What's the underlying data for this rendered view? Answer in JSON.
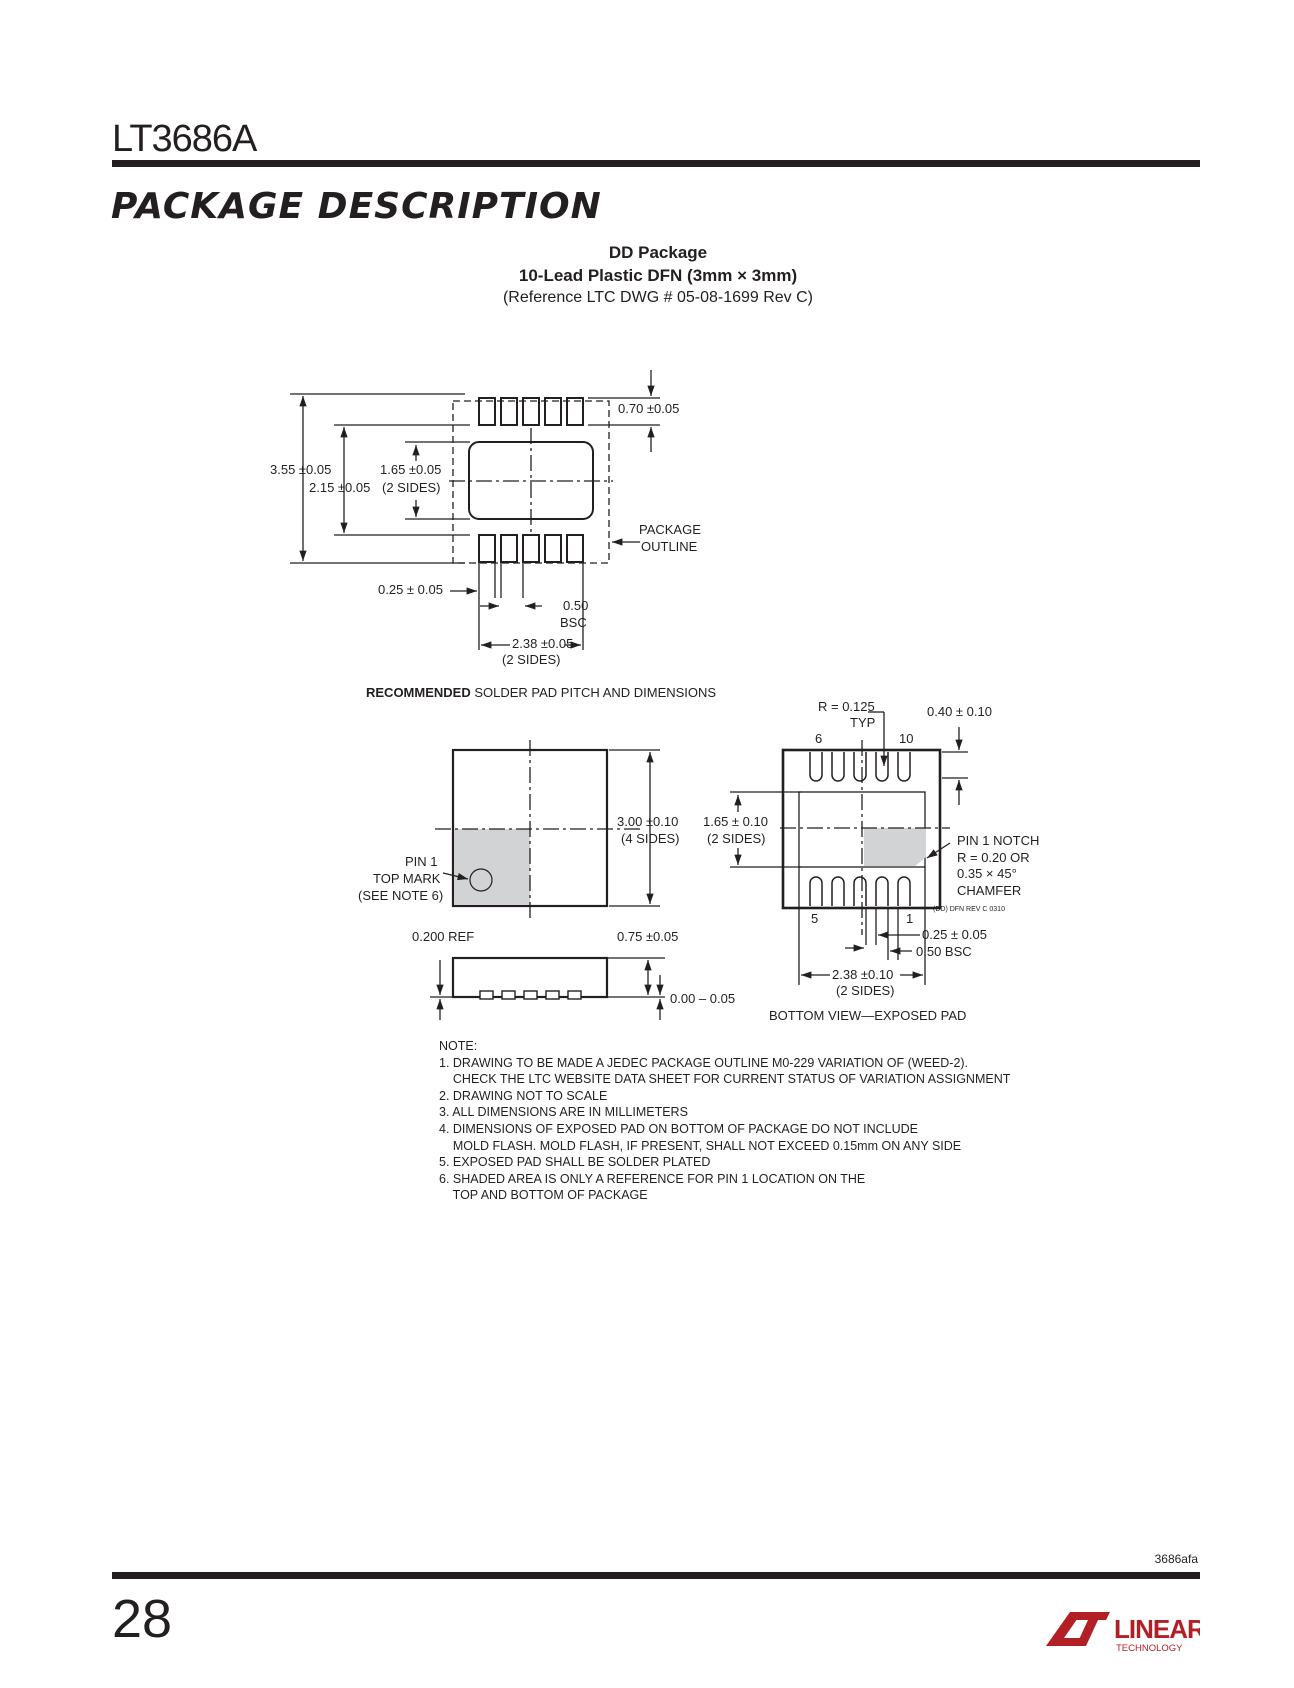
{
  "header": {
    "part_number": "LT3686A",
    "section_title": "PACKAGE DESCRIPTION"
  },
  "package": {
    "name": "DD Package",
    "subtitle": "10-Lead Plastic DFN (3mm × 3mm)",
    "reference": "(Reference LTC DWG # 05-08-1699 Rev C)"
  },
  "solder_pad": {
    "dim_070": "0.70 ±0.05",
    "dim_355": "3.55 ±0.05",
    "dim_215": "2.15 ±0.05",
    "dim_165": "1.65 ±0.05",
    "dim_165_sides": "(2 SIDES)",
    "package_outline_1": "PACKAGE",
    "package_outline_2": "OUTLINE",
    "dim_025": "0.25 ± 0.05",
    "dim_050": "0.50",
    "dim_bsc": "BSC",
    "dim_238": "2.38 ±0.05",
    "dim_238_sides": "(2 SIDES)",
    "caption_bold": "RECOMMENDED",
    "caption_rest": " SOLDER PAD PITCH AND DIMENSIONS"
  },
  "top_view": {
    "pin1_1": "PIN 1",
    "pin1_2": "TOP MARK",
    "pin1_3": "(SEE NOTE 6)",
    "dim_300": "3.00 ±0.10",
    "dim_300_sides": "(4 SIDES)"
  },
  "side_view": {
    "dim_0200": "0.200 REF",
    "dim_075": "0.75 ±0.05",
    "dim_000": "0.00 – 0.05"
  },
  "bottom_view": {
    "r0125": "R = 0.125",
    "typ": "TYP",
    "dim_040": "0.40 ± 0.10",
    "pin6": "6",
    "pin10": "10",
    "pin5": "5",
    "pin1": "1",
    "dim_165": "1.65 ± 0.10",
    "dim_165_sides": "(2 SIDES)",
    "notch_1": "PIN 1 NOTCH",
    "notch_2": "R = 0.20 OR",
    "notch_3": "0.35 × 45°",
    "notch_4": "CHAMFER",
    "dwg_code": "(DD) DFN REV C 0310",
    "dim_025": "0.25 ± 0.05",
    "dim_050": "0.50 BSC",
    "dim_238": "2.38 ±0.10",
    "dim_238_sides": "(2 SIDES)",
    "caption": "BOTTOM VIEW—EXPOSED PAD"
  },
  "notes": {
    "heading": "NOTE:",
    "lines": [
      "1. DRAWING TO BE MADE A JEDEC PACKAGE OUTLINE M0-229 VARIATION OF (WEED-2).",
      "    CHECK THE LTC WEBSITE DATA SHEET FOR CURRENT STATUS OF VARIATION ASSIGNMENT",
      "2. DRAWING NOT TO SCALE",
      "3. ALL DIMENSIONS ARE IN MILLIMETERS",
      "4. DIMENSIONS OF EXPOSED PAD ON BOTTOM OF PACKAGE DO NOT INCLUDE",
      "    MOLD FLASH. MOLD FLASH, IF PRESENT, SHALL NOT EXCEED 0.15mm ON ANY SIDE",
      "5. EXPOSED PAD SHALL BE SOLDER PLATED",
      "6. SHADED AREA IS ONLY A REFERENCE FOR PIN 1 LOCATION ON THE",
      "    TOP AND BOTTOM OF PACKAGE"
    ]
  },
  "footer": {
    "doc_number": "3686afa",
    "page_number": "28",
    "logo_word": "LINEAR",
    "logo_sub": "TECHNOLOGY"
  }
}
